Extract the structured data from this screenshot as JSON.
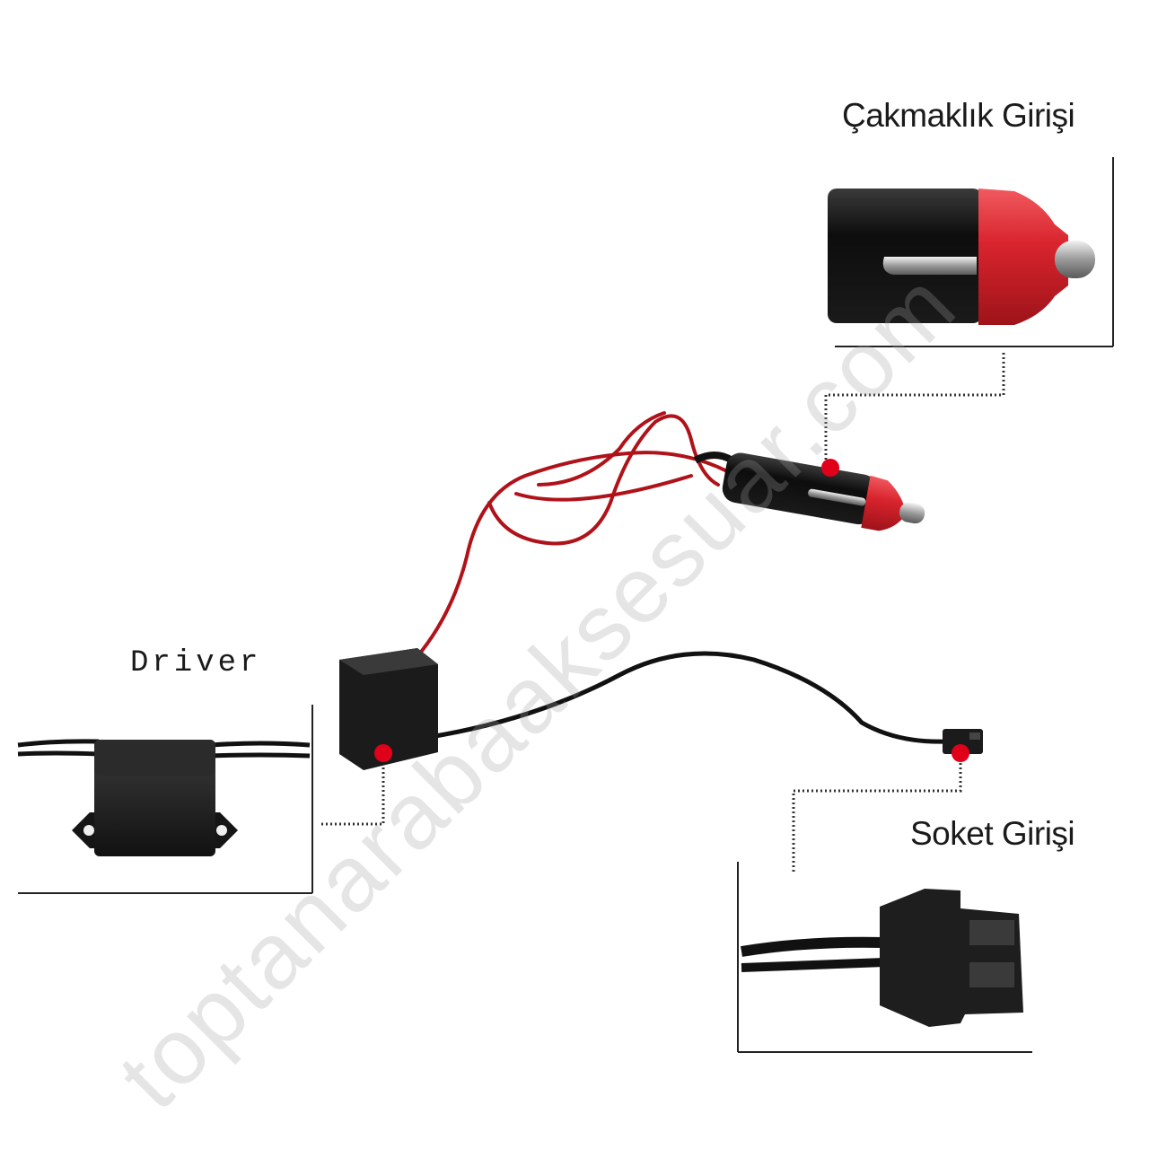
{
  "labels": {
    "cakmaklik": "Çakmaklık Girişi",
    "driver": "Driver",
    "soket": "Soket Girişi"
  },
  "watermark": "toptanarabaaksesuar.com",
  "colors": {
    "marker": "#e0001a",
    "cable_red": "#b0121a",
    "cable_black": "#111111",
    "plug_red": "#d9242e",
    "frame": "#222222"
  }
}
